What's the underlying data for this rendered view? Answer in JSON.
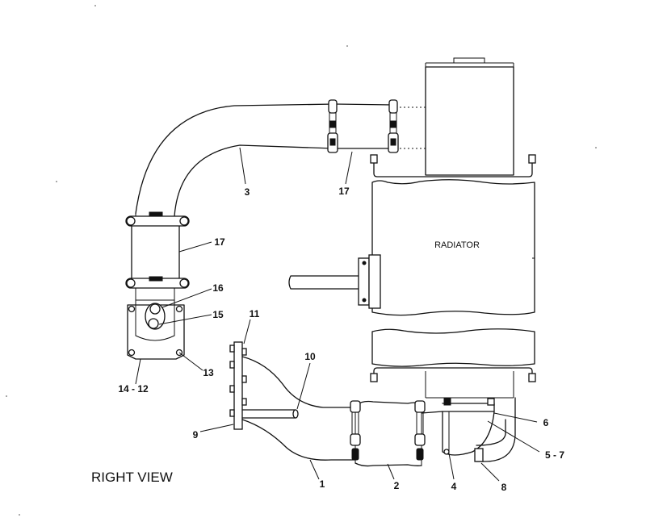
{
  "drawing": {
    "view_title": "RIGHT VIEW",
    "component_label": "RADIATOR",
    "callouts": [
      {
        "id": "c1",
        "text": "1"
      },
      {
        "id": "c2",
        "text": "2"
      },
      {
        "id": "c3",
        "text": "3"
      },
      {
        "id": "c4",
        "text": "4"
      },
      {
        "id": "c57",
        "text": "5 - 7"
      },
      {
        "id": "c6",
        "text": "6"
      },
      {
        "id": "c8",
        "text": "8"
      },
      {
        "id": "c9",
        "text": "9"
      },
      {
        "id": "c10",
        "text": "10"
      },
      {
        "id": "c11",
        "text": "11"
      },
      {
        "id": "c1412",
        "text": "14 - 12"
      },
      {
        "id": "c13",
        "text": "13"
      },
      {
        "id": "c15",
        "text": "15"
      },
      {
        "id": "c16",
        "text": "16"
      },
      {
        "id": "c17a",
        "text": "17"
      },
      {
        "id": "c17b",
        "text": "17"
      }
    ]
  }
}
